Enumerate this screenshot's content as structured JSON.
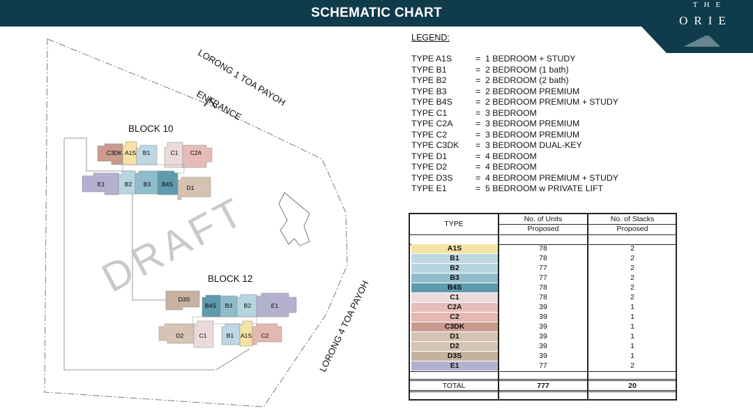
{
  "header": {
    "title": "SCHEMATIC CHART"
  },
  "logo": {
    "line1": "THE",
    "line2": "ORIE"
  },
  "site_plan": {
    "road_top": "LORONG 1 TOA PAYOH",
    "road_right": "LORONG 4 TOA PAYOH",
    "entrance": "ENTRANCE",
    "watermark": "DRAFT",
    "block10": {
      "label": "BLOCK 10",
      "top_row": [
        "C3DK",
        "A1S",
        "B1",
        "C1",
        "C2A"
      ],
      "bottom_row": [
        "E1",
        "B2",
        "B3",
        "B4S",
        "D1"
      ]
    },
    "block12": {
      "label": "BLOCK 12",
      "top_row": [
        "D3S",
        "B4S",
        "B3",
        "B2",
        "E1"
      ],
      "bottom_row": [
        "D2",
        "C1",
        "B1",
        "A1S",
        "C2"
      ]
    }
  },
  "legend": {
    "heading": "LEGEND:",
    "items": [
      {
        "type": "TYPE A1S",
        "eq": "=",
        "desc": "1 BEDROOM + STUDY"
      },
      {
        "type": "TYPE B1",
        "eq": "=",
        "desc": "2 BEDROOM (1 bath)"
      },
      {
        "type": "TYPE B2",
        "eq": "=",
        "desc": "2 BEDROOM (2 bath)"
      },
      {
        "type": "TYPE B3",
        "eq": "=",
        "desc": "2 BEDROOM PREMIUM"
      },
      {
        "type": "TYPE B4S",
        "eq": "=",
        "desc": "2 BEDROOM PREMIUM + STUDY"
      },
      {
        "type": "TYPE C1",
        "eq": "=",
        "desc": "3 BEDROOM"
      },
      {
        "type": "TYPE C2A",
        "eq": "=",
        "desc": "3 BEDROOM PREMIUM"
      },
      {
        "type": "TYPE C2",
        "eq": "=",
        "desc": "3 BEDROOM PREMIUM"
      },
      {
        "type": "TYPE C3DK",
        "eq": "=",
        "desc": "3 BEDROOM DUAL-KEY"
      },
      {
        "type": "TYPE D1",
        "eq": "=",
        "desc": "4 BEDROOM"
      },
      {
        "type": "TYPE D2",
        "eq": "=",
        "desc": "4 BEDROOM"
      },
      {
        "type": "TYPE D3S",
        "eq": "=",
        "desc": "4 BEDROOM PREMIUM + STUDY"
      },
      {
        "type": "TYPE E1",
        "eq": "=",
        "desc": "5 BEDROOM w PRIVATE LIFT"
      }
    ]
  },
  "table": {
    "col_type": "TYPE",
    "col_units_1": "No. of Units",
    "col_units_2": "Proposed",
    "col_stacks_1": "No. of Stacks",
    "col_stacks_2": "Proposed",
    "rows": [
      {
        "type": "A1S",
        "units": "78",
        "stacks": "2"
      },
      {
        "type": "B1",
        "units": "78",
        "stacks": "2"
      },
      {
        "type": "B2",
        "units": "77",
        "stacks": "2"
      },
      {
        "type": "B3",
        "units": "77",
        "stacks": "2"
      },
      {
        "type": "B4S",
        "units": "78",
        "stacks": "2"
      },
      {
        "type": "C1",
        "units": "78",
        "stacks": "2"
      },
      {
        "type": "C2A",
        "units": "39",
        "stacks": "1"
      },
      {
        "type": "C2",
        "units": "39",
        "stacks": "1"
      },
      {
        "type": "C3DK",
        "units": "39",
        "stacks": "1"
      },
      {
        "type": "D1",
        "units": "39",
        "stacks": "1"
      },
      {
        "type": "D2",
        "units": "39",
        "stacks": "1"
      },
      {
        "type": "D3S",
        "units": "39",
        "stacks": "1"
      },
      {
        "type": "E1",
        "units": "77",
        "stacks": "2"
      }
    ],
    "total_label": "TOTAL",
    "total_units": "777",
    "total_stacks": "20"
  },
  "colors": {
    "header_bg": "#0f3b4a",
    "A1S": "#f6e3a4",
    "B1": "#bdd7e3",
    "B2": "#b7d5df",
    "B3": "#8fbccb",
    "B4S": "#5f9aad",
    "C1": "#ecdadb",
    "C2A": "#e7bcb8",
    "C2": "#e4b8b2",
    "C3DK": "#c99b8e",
    "D1": "#d5c2b1",
    "D2": "#d6c4b4",
    "D3S": "#c5b2a0",
    "E1": "#b4b0cf"
  }
}
